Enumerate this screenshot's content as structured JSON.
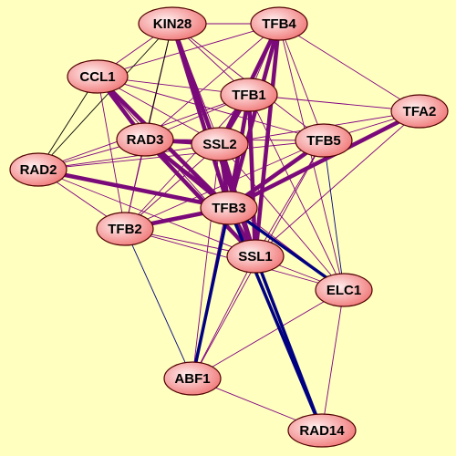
{
  "graph": {
    "colors": {
      "background": "#ffffc0",
      "edge_thin": "#800080",
      "edge_strong_purple": "#7a0a7a",
      "edge_blue": "#000080",
      "edge_black": "#000000",
      "node_fill_center": "#fff0f0",
      "node_fill_edge": "#f07070",
      "node_stroke": "#500000"
    },
    "nodes": [
      {
        "id": "KIN28",
        "label": "KIN28"
      },
      {
        "id": "TFB4",
        "label": "TFB4"
      },
      {
        "id": "CCL1",
        "label": "CCL1"
      },
      {
        "id": "TFB1",
        "label": "TFB1"
      },
      {
        "id": "TFA2",
        "label": "TFA2"
      },
      {
        "id": "RAD3",
        "label": "RAD3"
      },
      {
        "id": "SSL2",
        "label": "SSL2"
      },
      {
        "id": "TFB5",
        "label": "TFB5"
      },
      {
        "id": "RAD2",
        "label": "RAD2"
      },
      {
        "id": "TFB3",
        "label": "TFB3"
      },
      {
        "id": "TFB2",
        "label": "TFB2"
      },
      {
        "id": "SSL1",
        "label": "SSL1"
      },
      {
        "id": "ELC1",
        "label": "ELC1"
      },
      {
        "id": "ABF1",
        "label": "ABF1"
      },
      {
        "id": "RAD14",
        "label": "RAD14"
      }
    ]
  }
}
